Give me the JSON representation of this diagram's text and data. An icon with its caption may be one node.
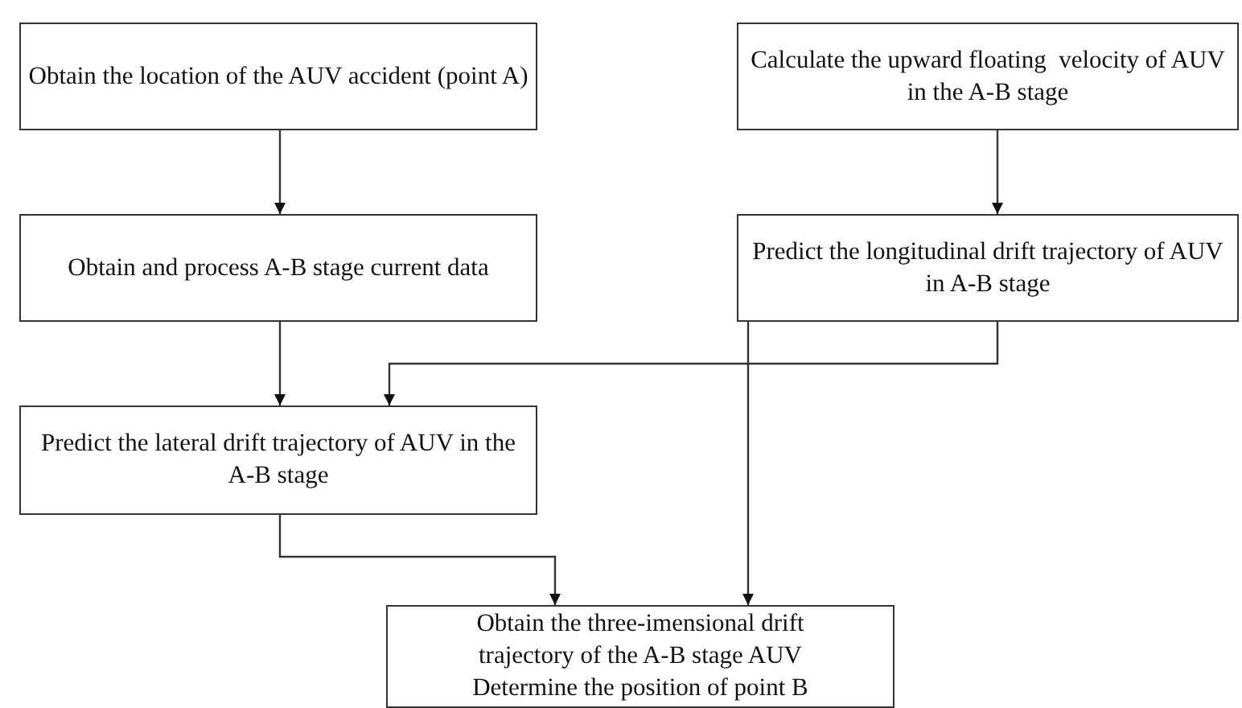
{
  "diagram": {
    "nodes": [
      {
        "text": [
          "Obtain the location of the AUV accident (point A)"
        ]
      },
      {
        "text": [
          "Obtain and process A-B stage current data"
        ]
      },
      {
        "text": [
          "Calculate the upward floating  velocity of AUV in the A-B stage"
        ]
      },
      {
        "text": [
          "Predict the longitudinal drift trajectory of AUV in A-B stage"
        ]
      },
      {
        "text": [
          "Predict the lateral drift trajectory of AUV in the A-B stage"
        ]
      },
      {
        "text": [
          "Obtain the three-imensional drift trajectory of the A-B stage AUV Determine the position of point B"
        ]
      }
    ],
    "edges": [
      {
        "from": 0,
        "to": 1,
        "arrow": "to"
      },
      {
        "from": 2,
        "to": 3,
        "arrow": "to"
      },
      {
        "from": 1,
        "to": 4,
        "arrow": "to"
      },
      {
        "from": 3,
        "to": 4,
        "arrow": "to"
      },
      {
        "from": 3,
        "to": 5,
        "arrow": "to"
      },
      {
        "from": 4,
        "to": 5,
        "arrow": "to"
      }
    ]
  }
}
